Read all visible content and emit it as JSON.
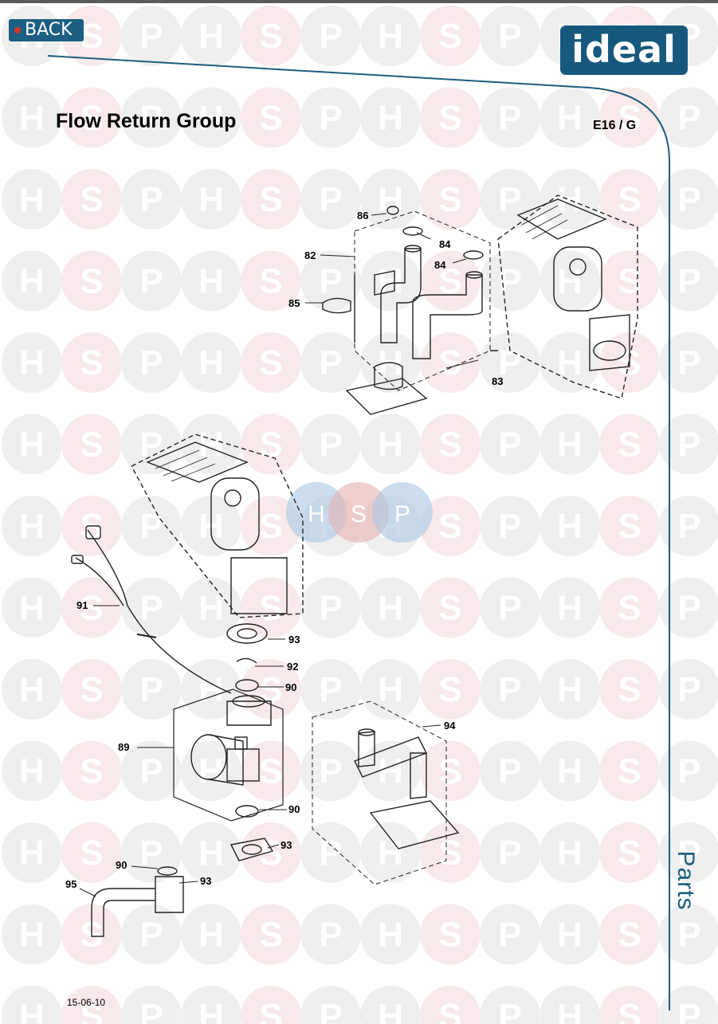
{
  "header": {
    "back_label": "BACK",
    "logo_text": "ideal",
    "title": "Flow Return Group",
    "model": "E16 / G"
  },
  "side_tab": {
    "label": "Parts"
  },
  "footer": {
    "date": "15-06-10"
  },
  "watermark": {
    "letters": [
      "H",
      "S",
      "P"
    ]
  },
  "diagram": {
    "callouts": [
      "86",
      "82",
      "84",
      "84",
      "85",
      "83",
      "91",
      "93",
      "92",
      "90",
      "89",
      "94",
      "90",
      "93",
      "90",
      "95",
      "93"
    ]
  },
  "colors": {
    "brand": "#17597c",
    "accent_dot": "#d8342c",
    "frame_line": "#1d5e7d"
  }
}
